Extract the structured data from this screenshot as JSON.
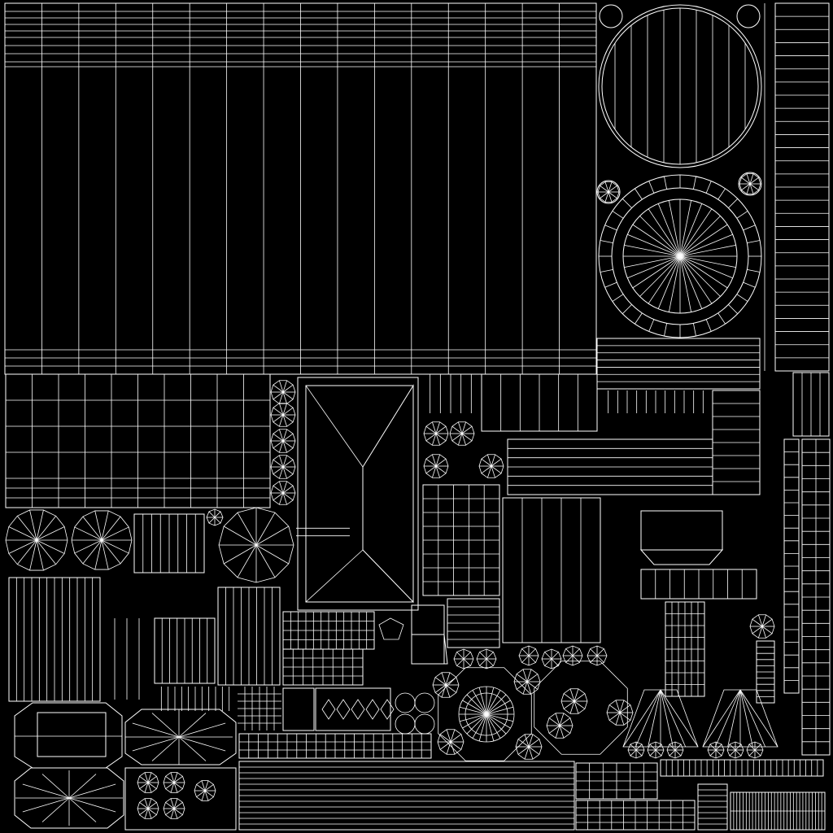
{
  "canvas": {
    "background": "#000000",
    "line_color": "#ffffff"
  },
  "image_type": "UV texture layout wireframe",
  "islands": {
    "big_banded_panel": "wall-band-island",
    "medium_banded_panel": "wall-band-island",
    "large_round_disk": "round-cap-island",
    "radial_dome": "dome-island",
    "rooftop_panel": "roof-island",
    "small_umbrellas": "umbrella-island",
    "octagon_clusters": "octagon-island",
    "plank_strips": "plank-island"
  }
}
